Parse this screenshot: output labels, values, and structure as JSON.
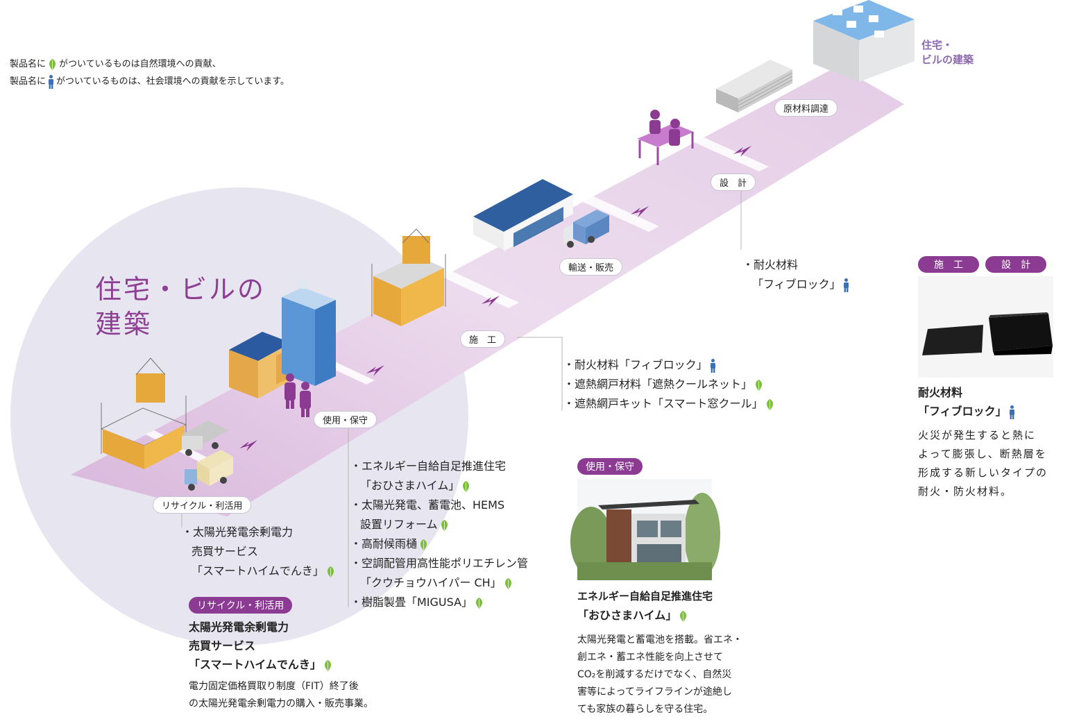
{
  "legend": {
    "line1_pre": "製品名に",
    "line1_post": "がついているものは自然環境への貢献、",
    "line2_pre": "製品名に",
    "line2_post": "がついているものは、社会環境への貢献を示しています。"
  },
  "icons": {
    "leaf": "leaf-icon",
    "person": "person-icon"
  },
  "colors": {
    "purple": "#8b3b92",
    "lavender": "#e5e3ef",
    "path": "#e2c8e3",
    "leaf_green": "#7dbf3c",
    "person_blue": "#3d6fb5"
  },
  "main_title": {
    "line1": "住宅・ビルの",
    "line2": "建築"
  },
  "top_title": {
    "line1": "住宅・",
    "line2": "ビルの建築"
  },
  "stages": {
    "raw": "原材料調達",
    "design": "設　計",
    "transport": "輸送・販売",
    "construct": "施　工",
    "use": "使用・保守",
    "recycle": "リサイクル・利活用"
  },
  "design_list": {
    "item1": "・耐火材料",
    "item1b": "「フィブロック」"
  },
  "construct_list": {
    "item1": "・耐火材料「フィブロック」",
    "item2": "・遮熱網戸材料「遮熱クールネット」",
    "item3": "・遮熱網戸キット「スマート窓クール」"
  },
  "use_list": {
    "item1": "・エネルギー自給自足推進住宅",
    "item1b": "「おひさまハイム」",
    "item2": "・太陽光発電、蓄電池、HEMS",
    "item2b": "設置リフォーム",
    "item3": "・高耐候雨樋",
    "item4": "・空調配管用高性能ポリエチレン管",
    "item4b": "「クウチョウハイパー CH」",
    "item5": "・樹脂製畳「MIGUSA」"
  },
  "recycle_list": {
    "item1": "・太陽光発電余剰電力",
    "item1b": "売買サービス",
    "item1c": "「スマートハイムでんき」"
  },
  "card_recycle": {
    "tag": "リサイクル・利活用",
    "title1": "太陽光発電余剰電力",
    "title2": "売買サービス",
    "title3": "「スマートハイムでんき」",
    "desc1": "電力固定価格買取り制度（FIT）終了後",
    "desc2": "の太陽光発電余剰電力の購入・販売事業。"
  },
  "card_use": {
    "tag": "使用・保守",
    "title1": "エネルギー自給自足推進住宅",
    "title2": "「おひさまハイム」",
    "desc1": "太陽光発電と蓄電池を搭載。省エネ・",
    "desc2": "創エネ・蓄エネ性能を向上させて",
    "desc3": "CO₂を削減するだけでなく、自然災",
    "desc4": "害等によってライフラインが途絶し",
    "desc5": "ても家族の暮らしを守る住宅。"
  },
  "card_fire": {
    "tag1": "施　工",
    "tag2": "設　計",
    "title1": "耐火材料",
    "title2": "「フィブロック」",
    "desc1": "火災が発生すると熱に",
    "desc2": "よって膨張し、断熱層を",
    "desc3": "形成する新しいタイプの",
    "desc4": "耐火・防火材料。"
  }
}
